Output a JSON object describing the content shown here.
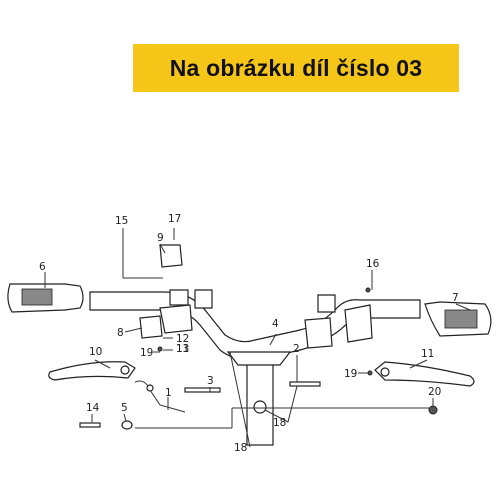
{
  "banner": {
    "text": "Na obrázku díl číslo 03",
    "color": "#f5c518"
  },
  "diagram": {
    "labels": [
      "15",
      "17",
      "9",
      "6",
      "16",
      "7",
      "8",
      "12",
      "11",
      "13",
      "19",
      "4",
      "2",
      "10",
      "11",
      "19",
      "3",
      "1",
      "14",
      "5",
      "20",
      "18",
      "18"
    ]
  }
}
